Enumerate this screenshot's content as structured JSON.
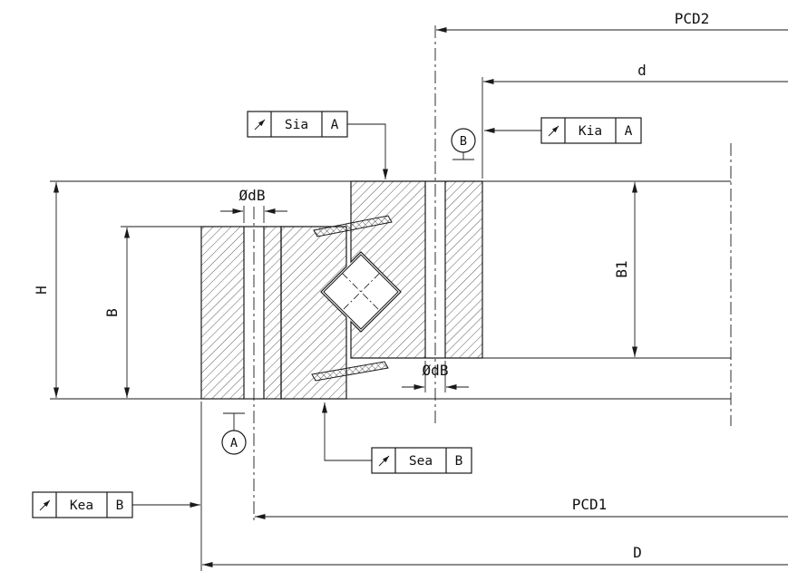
{
  "drawing": {
    "background": "#ffffff",
    "line_color": "#1a1a1a",
    "labels": {
      "pcd2": "PCD2",
      "bore_diameter": "d",
      "pcd1": "PCD1",
      "outer_diameter": "D",
      "total_height": "H",
      "outer_ring_height": "B",
      "inner_ring_height": "B1",
      "bolt_hole_outer_ring": "ØdB",
      "bolt_hole_inner_ring": "ØdB"
    },
    "datums": {
      "a": "A",
      "b": "B"
    },
    "tolerance_frames": {
      "sia": {
        "icon": "runout-arrow-icon",
        "label": "Sia",
        "datum": "A"
      },
      "kia": {
        "icon": "runout-arrow-icon",
        "label": "Kia",
        "datum": "A"
      },
      "sea": {
        "icon": "runout-arrow-icon",
        "label": "Sea",
        "datum": "B"
      },
      "kea": {
        "icon": "runout-arrow-icon",
        "label": "Kea",
        "datum": "B"
      }
    }
  }
}
